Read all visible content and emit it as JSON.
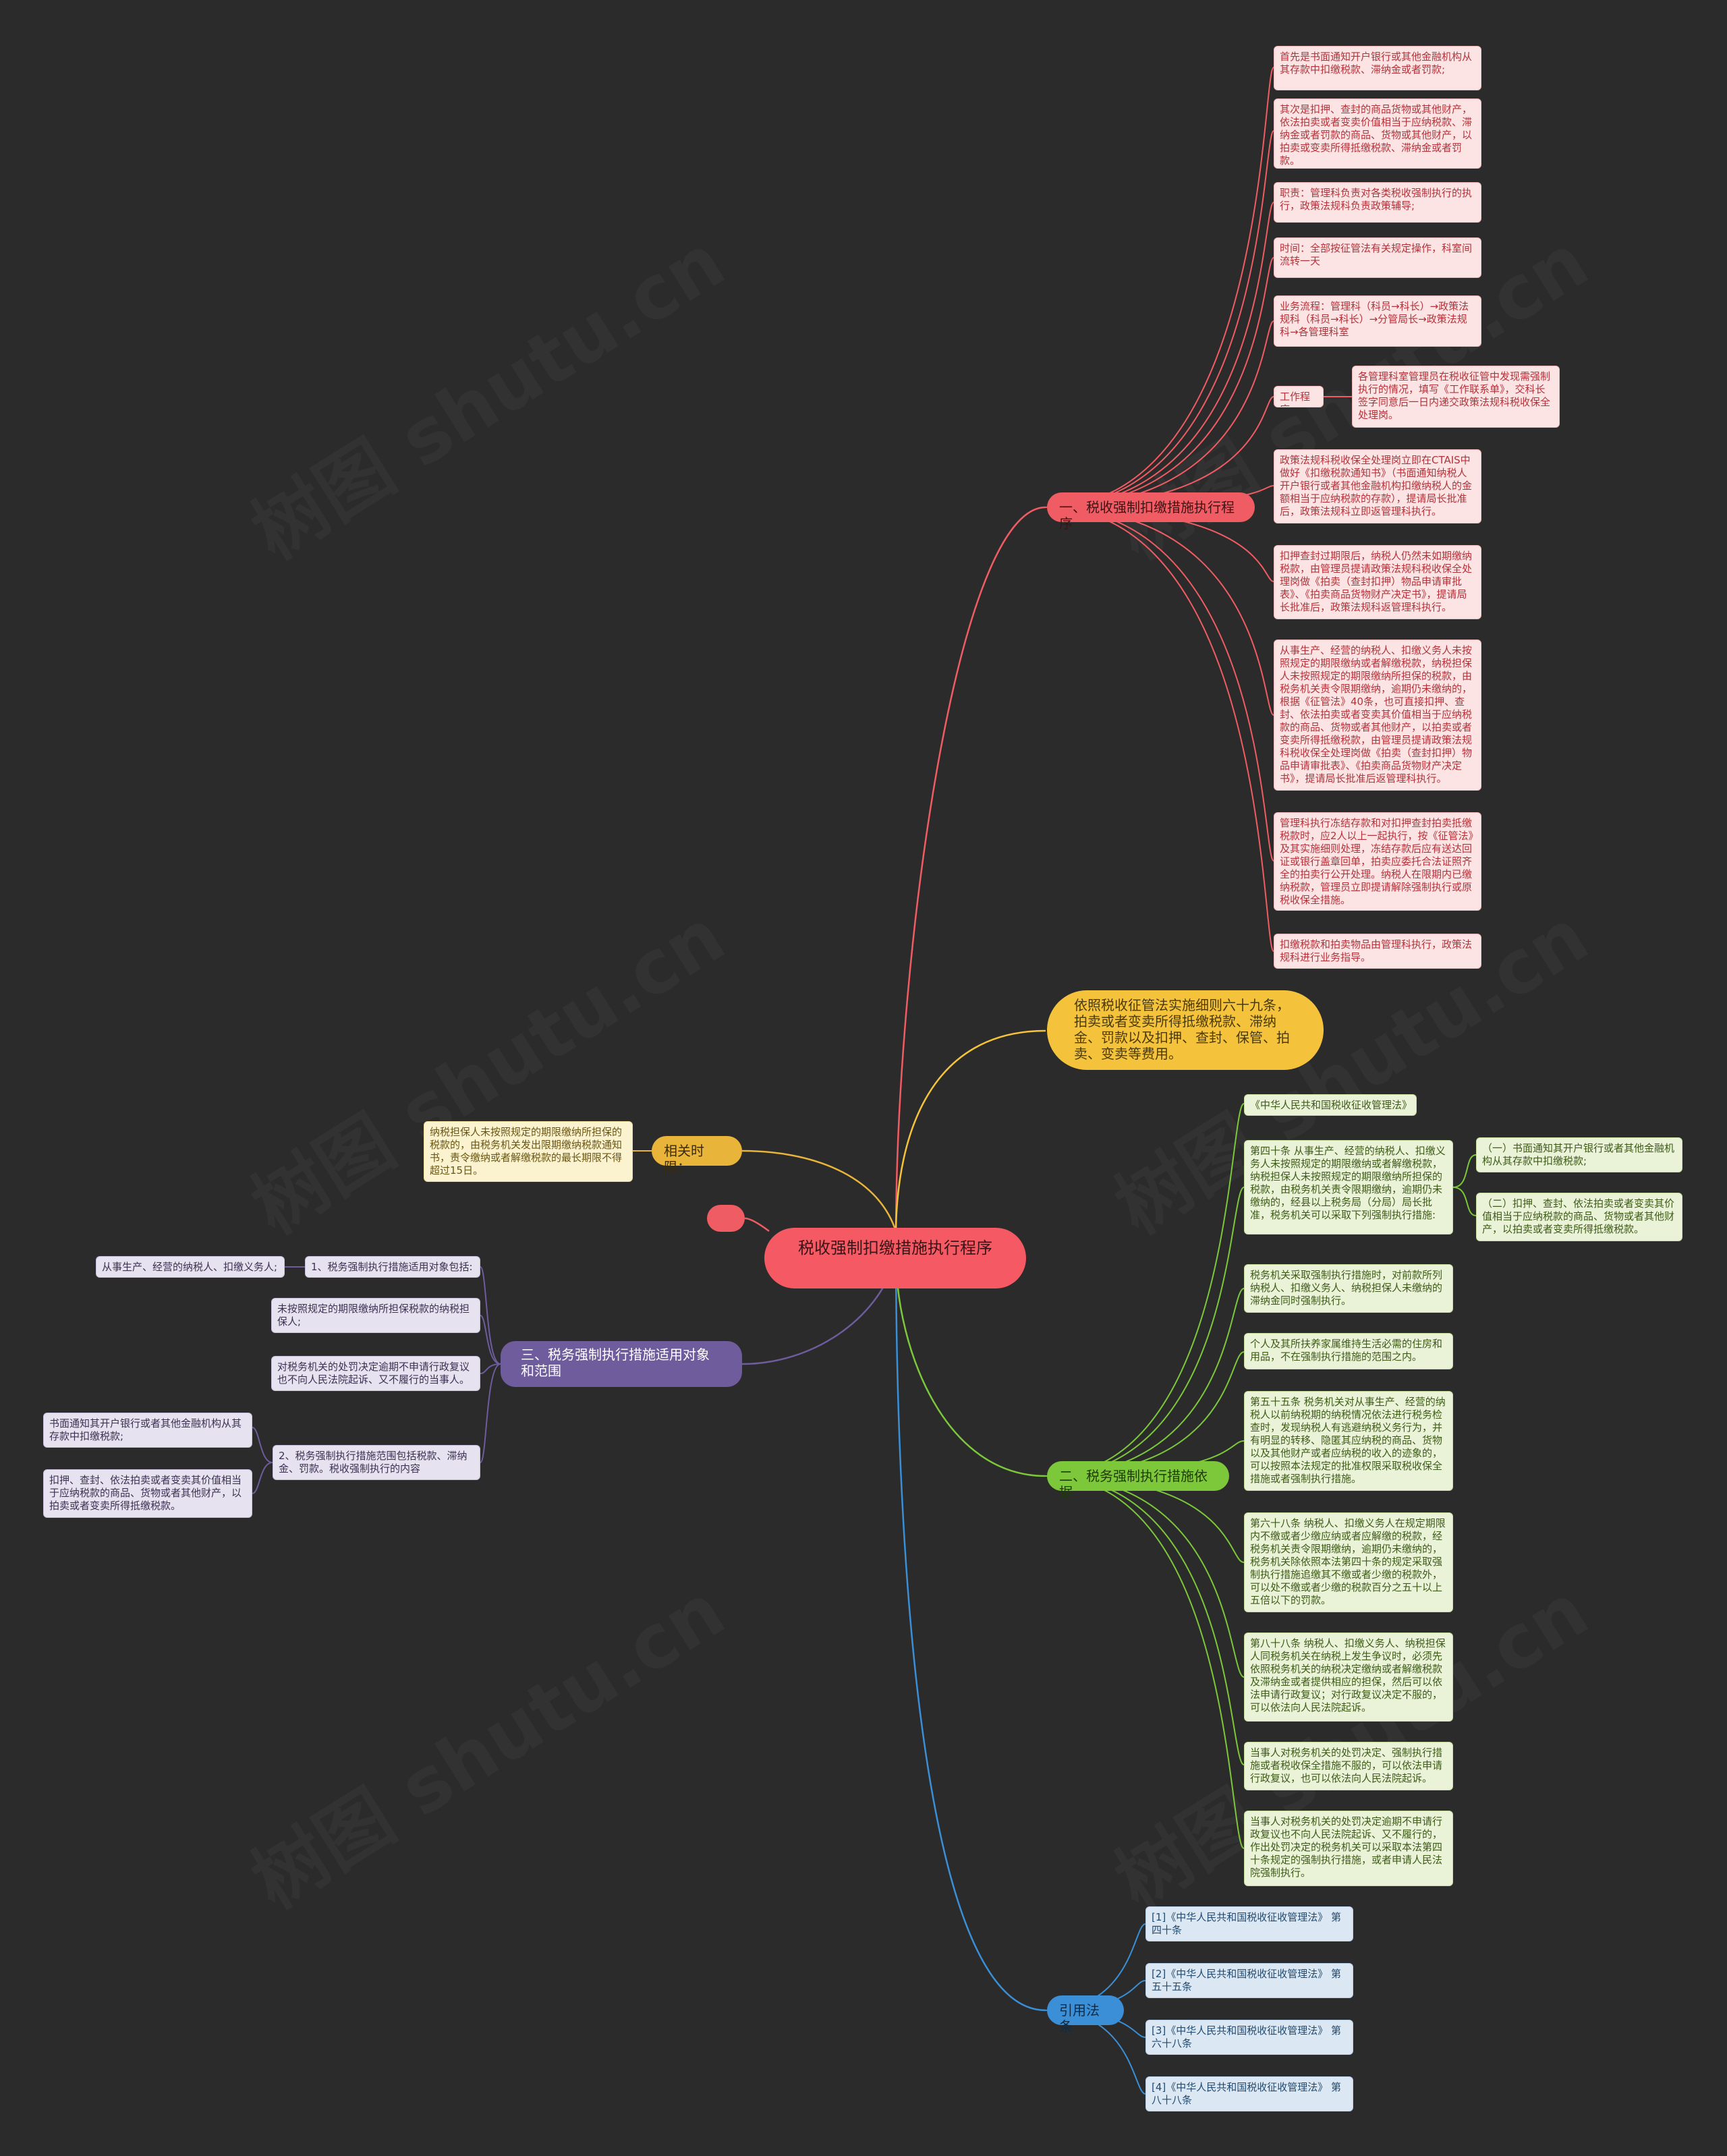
{
  "colors": {
    "background": "#2b2b2b",
    "root": "#f55a64",
    "branch_red": "#f05c63",
    "branch_yellow": "#f5c33b",
    "branch_green": "#7cc83a",
    "branch_blue": "#3a8fd6",
    "branch_purple": "#6f5c9c",
    "branch_orange": "#e9b43a"
  },
  "root": {
    "label": "税收强制扣缴措施执行程序"
  },
  "branch1": {
    "label": "一、税收强制扣缴措施执行程序",
    "items": [
      "首先是书面通知开户银行或其他金融机构从其存款中扣缴税款、滞纳金或者罚款;",
      "其次是扣押、查封的商品货物或其他财产，依法拍卖或者变卖价值相当于应纳税款、滞纳金或者罚款的商品、货物或其他财产，以拍卖或变卖所得抵缴税款、滞纳金或者罚款。",
      "职责：管理科负责对各类税收强制执行的执行，政策法规科负责政策辅导;",
      "时间：全部按征管法有关规定操作，科室间流转一天",
      "业务流程：管理科（科员→科长）→政策法规科（科员→科长）→分管局长→政策法规科→各管理科室",
      "工作程序:",
      "政策法规科税收保全处理岗立即在CTAIS中做好《扣缴税款通知书》（书面通知纳税人开户银行或者其他金融机构扣缴纳税人的金额相当于应纳税款的存款），提请局长批准后，政策法规科立即返管理科执行。",
      "扣押查封过期限后，纳税人仍然未如期缴纳税款，由管理员提请政策法规科税收保全处理岗做《拍卖（查封扣押）物品申请审批表》、《拍卖商品货物财产决定书》，提请局长批准后，政策法规科返管理科执行。",
      "从事生产、经营的纳税人、扣缴义务人未按照规定的期限缴纳或者解缴税款，纳税担保人未按照规定的期限缴纳所担保的税款，由税务机关责令限期缴纳，逾期仍未缴纳的，根据《征管法》40条，也可直接扣押、查封、依法拍卖或者变卖其价值相当于应纳税款的商品、货物或者其他财产，以拍卖或者变卖所得抵缴税款，由管理员提请政策法规科税收保全处理岗做《拍卖（查封扣押）物品申请审批表》、《拍卖商品货物财产决定书》，提请局长批准后返管理科执行。",
      "管理科执行冻结存款和对扣押查封拍卖抵缴税款时，应2人以上一起执行，按《征管法》及其实施细则处理，冻结存款后应有送达回证或银行盖章回单，拍卖应委托合法证照齐全的拍卖行公开处理。纳税人在限期内已缴纳税款，管理员立即提请解除强制执行或原税收保全措施。",
      "扣缴税款和拍卖物品由管理科执行，政策法规科进行业务指导。"
    ],
    "sub": "各管理科室管理员在税收征管中发现需强制执行的情况，填写《工作联系单》，交科长签字同意后一日内递交政策法规科税收保全处理岗。"
  },
  "branch_yellow": {
    "label": "依照税收征管法实施细则六十九条，拍卖或者变卖所得抵缴税款、滞纳金、罚款以及扣押、查封、保管、拍卖、变卖等费用。"
  },
  "branch2": {
    "label": "二、税务强制执行措施依据",
    "items": [
      "《中华人民共和国税收征收管理法》",
      "第四十条 从事生产、经营的纳税人、扣缴义务人未按照规定的期限缴纳或者解缴税款，纳税担保人未按照规定的期限缴纳所担保的税款，由税务机关责令限期缴纳，逾期仍未缴纳的，经县以上税务局（分局）局长批准，税务机关可以采取下列强制执行措施:",
      "税务机关采取强制执行措施时，对前款所列纳税人、扣缴义务人、纳税担保人未缴纳的滞纳金同时强制执行。",
      "个人及其所扶养家属维持生活必需的住房和用品，不在强制执行措施的范围之内。",
      "第五十五条 税务机关对从事生产、经营的纳税人以前纳税期的纳税情况依法进行税务检查时，发现纳税人有逃避纳税义务行为，并有明显的转移、隐匿其应纳税的商品、货物以及其他财产或者应纳税的收入的迹象的，可以按照本法规定的批准权限采取税收保全措施或者强制执行措施。",
      "第六十八条 纳税人、扣缴义务人在规定期限内不缴或者少缴应纳或者应解缴的税款，经税务机关责令限期缴纳，逾期仍未缴纳的，税务机关除依照本法第四十条的规定采取强制执行措施追缴其不缴或者少缴的税款外，可以处不缴或者少缴的税款百分之五十以上五倍以下的罚款。",
      "第八十八条 纳税人、扣缴义务人、纳税担保人同税务机关在纳税上发生争议时，必须先依照税务机关的纳税决定缴纳或者解缴税款及滞纳金或者提供相应的担保，然后可以依法申请行政复议；对行政复议决定不服的，可以依法向人民法院起诉。",
      "当事人对税务机关的处罚决定、强制执行措施或者税收保全措施不服的，可以依法申请行政复议，也可以依法向人民法院起诉。",
      "当事人对税务机关的处罚决定逾期不申请行政复议也不向人民法院起诉、又不履行的，作出处罚决定的税务机关可以采取本法第四十条规定的强制执行措施，或者申请人民法院强制执行。"
    ],
    "sub": [
      "（一）书面通知其开户银行或者其他金融机构从其存款中扣缴税款;",
      "（二）扣押、查封、依法拍卖或者变卖其价值相当于应纳税款的商品、货物或者其他财产，以拍卖或者变卖所得抵缴税款。"
    ]
  },
  "branch_blue": {
    "label": "引用法条",
    "items": [
      "[1]《中华人民共和国税收征收管理法》 第四十条",
      "[2]《中华人民共和国税收征收管理法》 第五十五条",
      "[3]《中华人民共和国税收征收管理法》 第六十八条",
      "[4]《中华人民共和国税收征收管理法》 第八十八条"
    ]
  },
  "branch_orange": {
    "label": "相关时限：",
    "item": "纳税担保人未按照规定的期限缴纳所担保的税款的，由税务机关发出限期缴纳税款通知书，责令缴纳或者解缴税款的最长期限不得超过15日。"
  },
  "branch3": {
    "label": "三、税务强制执行措施适用对象和范围",
    "items": [
      "1、税务强制执行措施适用对象包括:",
      "未按照规定的期限缴纳所担保税款的纳税担保人;",
      "对税务机关的处罚决定逾期不申请行政复议也不向人民法院起诉、又不履行的当事人。",
      "2、税务强制执行措施范围包括税款、滞纳金、罚款。税收强制执行的内容"
    ],
    "sub1": "从事生产、经营的纳税人、扣缴义务人;",
    "sub2": [
      "书面通知其开户银行或者其他金融机构从其存款中扣缴税款;",
      "扣押、查封、依法拍卖或者变卖其价值相当于应纳税款的商品、货物或者其他财产，以拍卖或者变卖所得抵缴税款。"
    ]
  },
  "watermark": "树图 shutu.cn"
}
